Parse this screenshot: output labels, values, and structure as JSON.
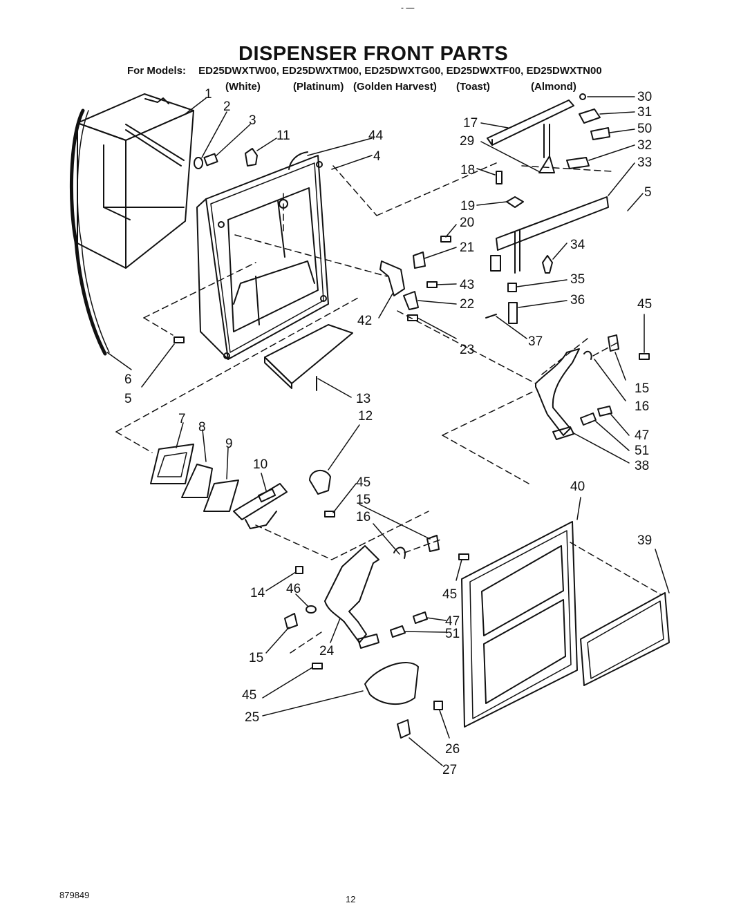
{
  "title": "DISPENSER FRONT PARTS",
  "models_label": "For Models:",
  "models": [
    "ED25DWXTW00,",
    "ED25DWXTM00,",
    "ED25DWXTG00,",
    "ED25DWXTF00,",
    "ED25DWXTN00"
  ],
  "colors": [
    "(White)",
    "(Platinum)",
    "(Golden Harvest)",
    "(Toast)",
    "(Almond)"
  ],
  "top_mark": "- —",
  "callouts": [
    "1",
    "2",
    "3",
    "11",
    "44",
    "4",
    "17",
    "29",
    "30",
    "31",
    "50",
    "32",
    "33",
    "18",
    "19",
    "5",
    "20",
    "21",
    "34",
    "43",
    "35",
    "42",
    "22",
    "36",
    "23",
    "37",
    "45",
    "6",
    "5",
    "13",
    "15",
    "16",
    "12",
    "7",
    "8",
    "9",
    "10",
    "45",
    "15",
    "16",
    "47",
    "51",
    "38",
    "40",
    "39",
    "14",
    "46",
    "45",
    "47",
    "51",
    "15",
    "24",
    "45",
    "25",
    "26",
    "27"
  ],
  "doc_number": "879849",
  "page_number": "12"
}
